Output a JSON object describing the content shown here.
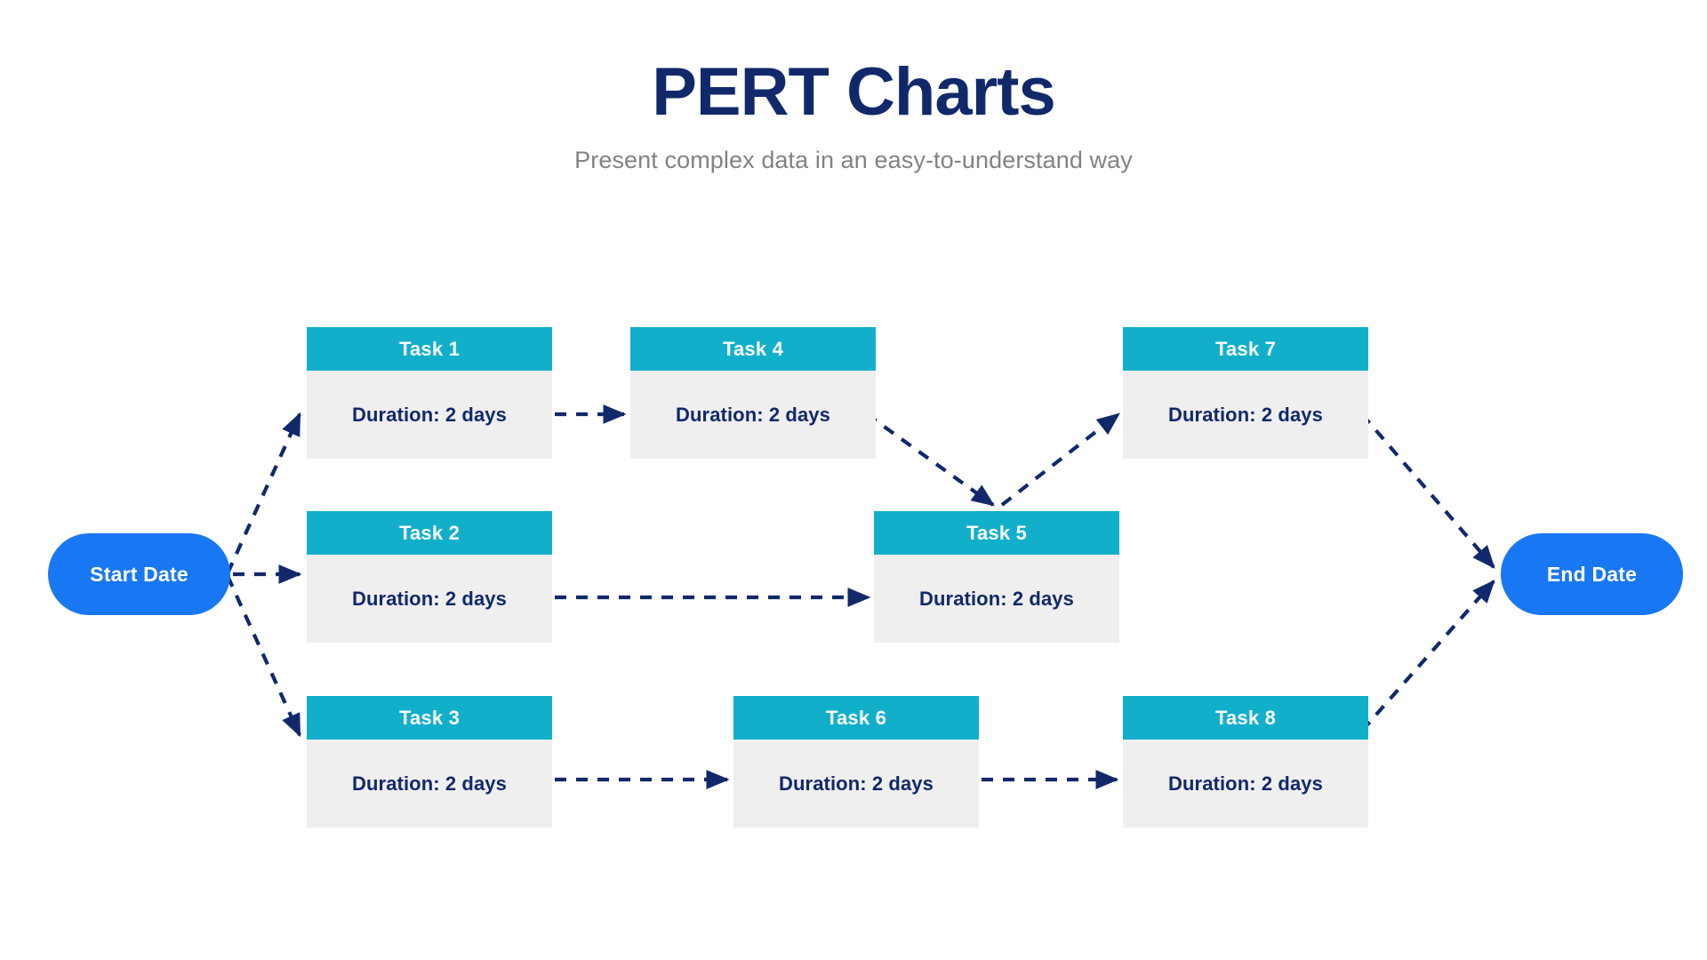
{
  "header": {
    "title": "PERT Charts",
    "subtitle": "Present complex data in an easy-to-understand way"
  },
  "colors": {
    "title": "#11296B",
    "subtitle": "#808285",
    "terminal_node": "#1877F2",
    "task_header": "#12AFCB",
    "task_body": "#EFEFEF",
    "task_text": "#11296B",
    "arrow": "#11296B",
    "background": "#FFFFFF"
  },
  "nodes": {
    "start": {
      "label": "Start Date"
    },
    "end": {
      "label": "End Date"
    }
  },
  "tasks": [
    {
      "id": "task1",
      "title": "Task 1",
      "duration": "Duration: 2 days"
    },
    {
      "id": "task2",
      "title": "Task 2",
      "duration": "Duration: 2 days"
    },
    {
      "id": "task3",
      "title": "Task 3",
      "duration": "Duration: 2 days"
    },
    {
      "id": "task4",
      "title": "Task 4",
      "duration": "Duration: 2 days"
    },
    {
      "id": "task5",
      "title": "Task 5",
      "duration": "Duration: 2 days"
    },
    {
      "id": "task6",
      "title": "Task 6",
      "duration": "Duration: 2 days"
    },
    {
      "id": "task7",
      "title": "Task 7",
      "duration": "Duration: 2 days"
    },
    {
      "id": "task8",
      "title": "Task 8",
      "duration": "Duration: 2 days"
    }
  ],
  "edges": [
    {
      "from": "start",
      "to": "task1",
      "style": "dashed-arrow"
    },
    {
      "from": "start",
      "to": "task2",
      "style": "dashed-arrow"
    },
    {
      "from": "start",
      "to": "task3",
      "style": "dashed-arrow"
    },
    {
      "from": "task1",
      "to": "task4",
      "style": "dashed-arrow"
    },
    {
      "from": "task4",
      "to": "task5",
      "style": "dashed-arrow"
    },
    {
      "from": "task2",
      "to": "task5",
      "style": "dashed-arrow"
    },
    {
      "from": "task5",
      "to": "task7",
      "style": "dashed-arrow"
    },
    {
      "from": "task3",
      "to": "task6",
      "style": "dashed-arrow"
    },
    {
      "from": "task6",
      "to": "task8",
      "style": "dashed-arrow"
    },
    {
      "from": "task7",
      "to": "end",
      "style": "dashed-arrow"
    },
    {
      "from": "task8",
      "to": "end",
      "style": "dashed-arrow"
    }
  ]
}
